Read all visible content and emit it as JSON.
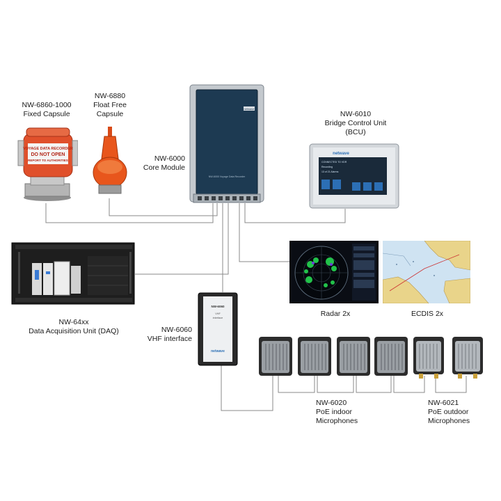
{
  "components": {
    "fixed_capsule": {
      "lines": [
        "NW-6860-1000",
        "Fixed Capsule"
      ],
      "decal": [
        "VOYAGE DATA RECORDER",
        "DO NOT OPEN",
        "REPORT TO AUTHORITIES"
      ]
    },
    "float_free": {
      "lines": [
        "NW-6880",
        "Float Free",
        "Capsule"
      ]
    },
    "core_module": {
      "lines": [
        "NW-6000",
        "Core Module"
      ],
      "badge": "netwave",
      "caption": "NW-6000 Voyage Data Recorder"
    },
    "bcu": {
      "lines": [
        "NW-6010",
        "Bridge Control Unit",
        "(BCU)"
      ],
      "brand": "netwave",
      "screen_lines": [
        "CONNECTED TO VDR",
        "Recording",
        "13 of 21 Alarms"
      ]
    },
    "daq": {
      "lines": [
        "NW-64xx",
        "Data Acquisition Unit (DAQ)"
      ]
    },
    "radar": {
      "label": "Radar 2x"
    },
    "ecdis": {
      "label": "ECDIS 2x"
    },
    "vhf": {
      "lines": [
        "NW-6060",
        "VHF interface"
      ],
      "box_lines": [
        "NW-6060",
        "VHF",
        "interface"
      ],
      "brand": "netwave"
    },
    "indoor_mics": {
      "lines": [
        "NW-6020",
        "PoE indoor",
        "Microphones"
      ],
      "count": 4
    },
    "outdoor_mics": {
      "lines": [
        "NW-6021",
        "PoE outdoor",
        "Microphones"
      ],
      "count": 2
    }
  },
  "colors": {
    "core_face": "#1d3a52",
    "capsule_orange": "#e0502b",
    "float_orange": "#e8561c",
    "bcu_screen": "#1a2a3a",
    "bcu_button": "#2c6fb5",
    "radar_green": "#22c24a",
    "ecdis_land": "#e9d48a",
    "ecdis_water": "#cfe3f2",
    "wire": "#8a8a8a"
  }
}
